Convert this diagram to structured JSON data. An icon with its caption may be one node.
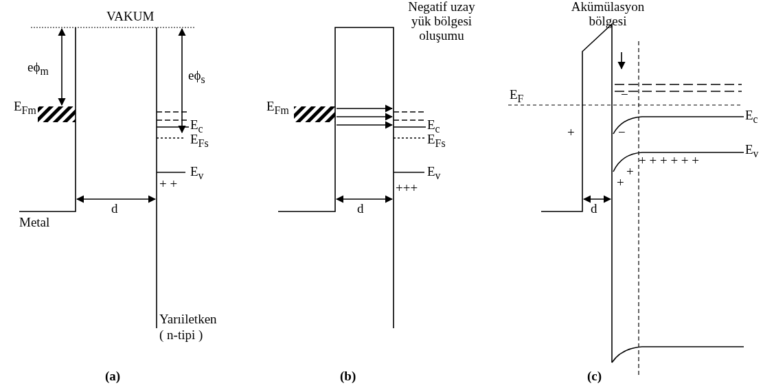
{
  "diagram": {
    "labels": [
      "VAKUM",
      "eϕ$_{m}$",
      "eϕ$_{s}$",
      "E$_{Fm}$",
      "E$_{c}$",
      "E$_{Fs}$",
      "E$_{v}$",
      "+ +",
      "d",
      "Metal",
      "Yarıiletken",
      "( n-tipi )",
      "Negatif uzay yük bölgesi oluşumu",
      "E$_{Fm}$",
      "E$_{c}$",
      "E$_{Fs}$",
      "E$_{v}$",
      "+++",
      "d",
      "Akümülasyon bölgesi",
      "E$_{F}$",
      "+",
      "−",
      "−",
      "E$_{c}$",
      "E$_{v}$",
      "+ + + + + +",
      "+",
      "+",
      "d",
      "(a)",
      "(b)",
      "(c)"
    ]
  }
}
